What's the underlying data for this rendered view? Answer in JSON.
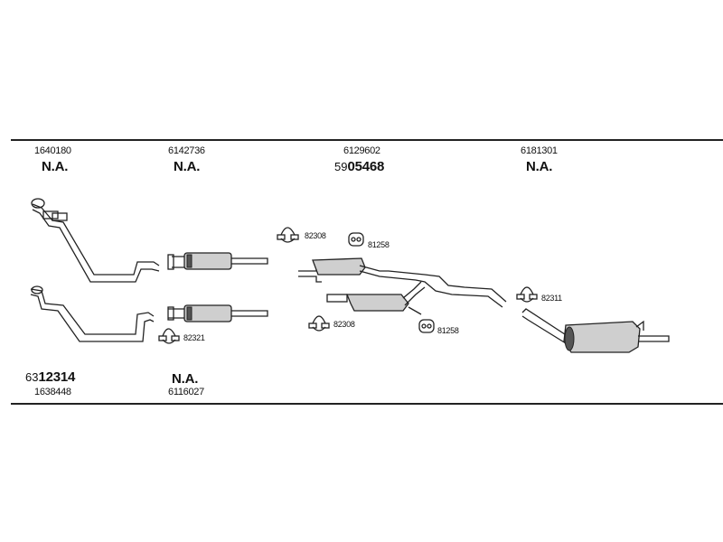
{
  "top_labels": [
    {
      "number": "1640180",
      "status": "N.A."
    },
    {
      "number": "6142736",
      "status": "N.A."
    },
    {
      "number": "6129602",
      "code_prefix": "59",
      "code_main": "05468"
    },
    {
      "number": "6181301",
      "status": "N.A."
    }
  ],
  "bottom_labels": [
    {
      "number": "1638448",
      "code_prefix": "63",
      "code_main": "12314"
    },
    {
      "number": "6116027",
      "status": "N.A."
    }
  ],
  "part_codes": {
    "clamp_a": "82308",
    "clamp_b": "82308",
    "clamp_c": "82321",
    "clamp_d": "82311",
    "hanger_a": "81258",
    "hanger_b": "81258"
  }
}
